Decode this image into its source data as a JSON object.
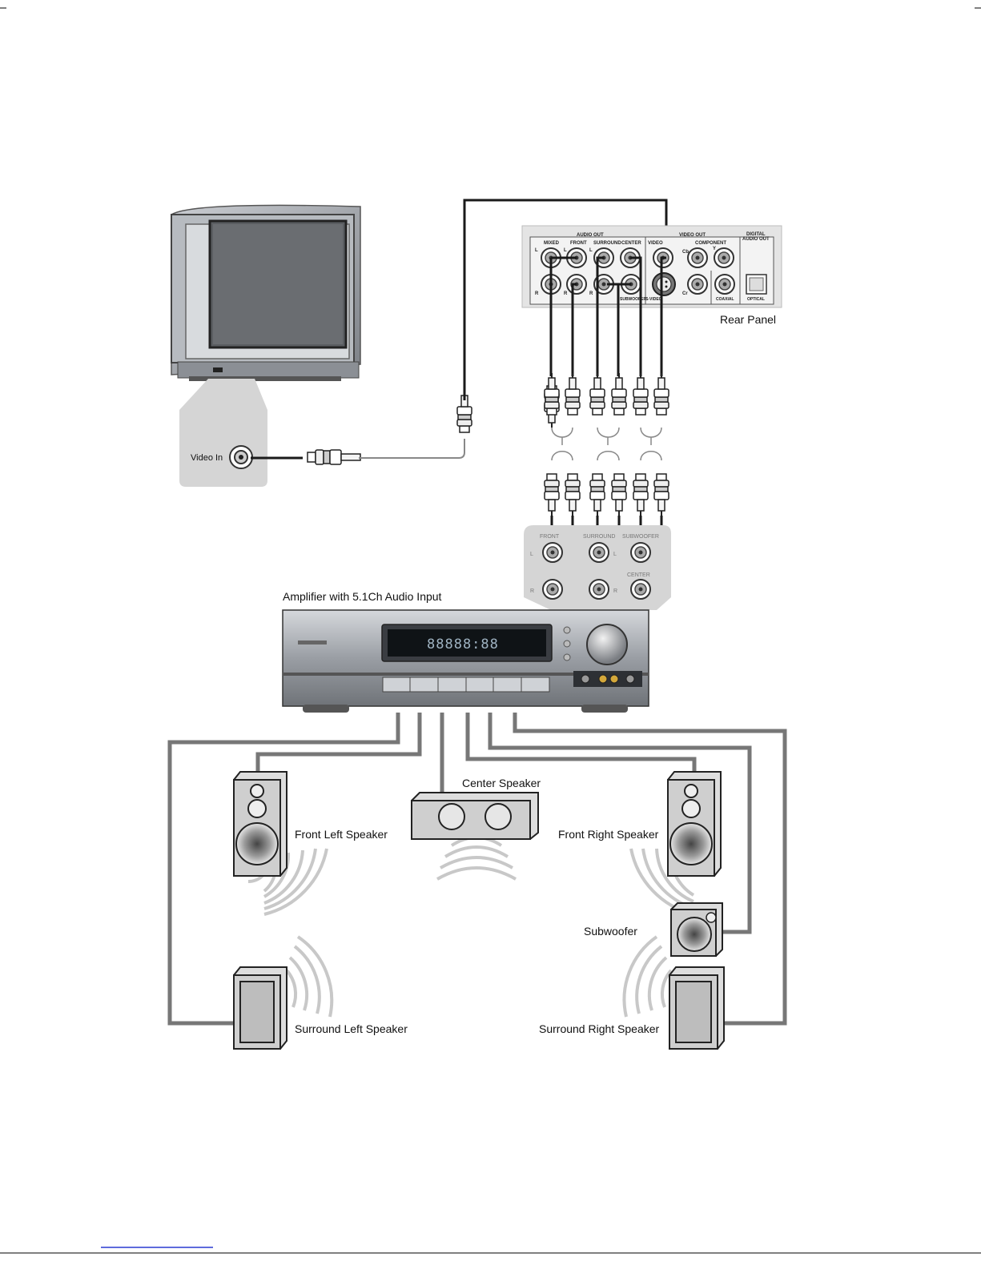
{
  "labels": {
    "rear_panel": "Rear Panel",
    "video_in": "Video In",
    "amplifier": "Amplifier with 5.1Ch Audio Input",
    "center_speaker": "Center Speaker",
    "front_left": "Front Left Speaker",
    "front_right": "Front Right Speaker",
    "subwoofer": "Subwoofer",
    "surround_left": "Surround Left Speaker",
    "surround_right": "Surround Right Speaker"
  },
  "rear_panel": {
    "audio_out": "AUDIO OUT",
    "video_out": "VIDEO OUT",
    "digital_audio_out_1": "DIGITAL",
    "digital_audio_out_2": "AUDIO OUT",
    "mixed": "MIXED",
    "front": "FRONT",
    "surround": "SURROUND",
    "center": "CENTER",
    "video": "VIDEO",
    "component": "COMPONENT",
    "subwoofer": "SUBWOOFER",
    "svideo": "S-VIDEO",
    "coaxial": "COAXIAL",
    "optical": "OPTICAL",
    "l": "L",
    "r": "R",
    "cb": "Cb",
    "cr": "Cr",
    "y": "Y"
  },
  "amp_inputs": {
    "front": "FRONT",
    "surround": "SURROUND",
    "subwoofer": "SUBWOOFER",
    "center": "CENTER",
    "l": "L",
    "r": "R"
  },
  "amp_display": "88888:88"
}
